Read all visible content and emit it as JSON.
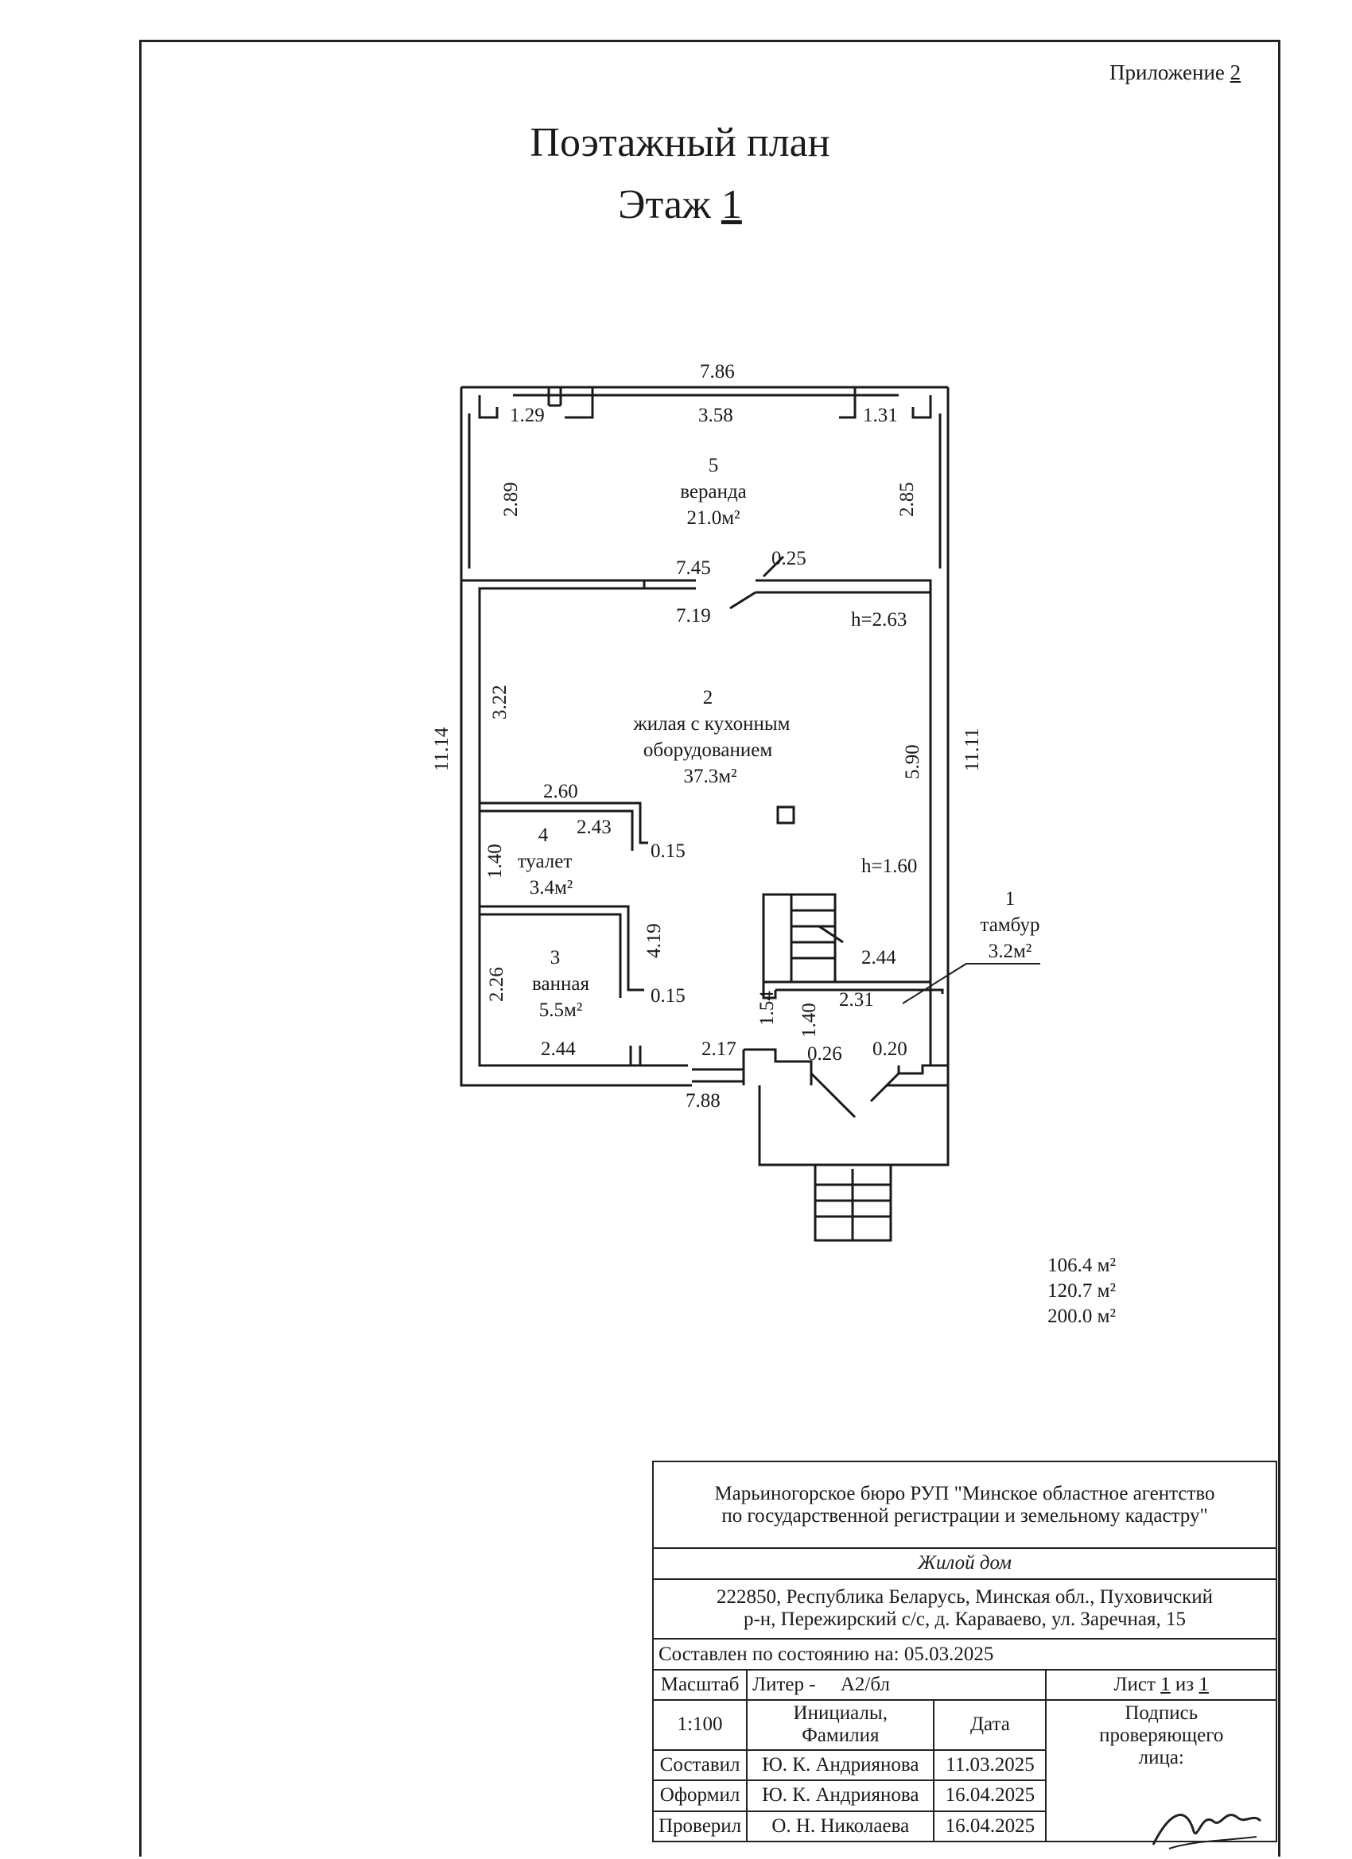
{
  "header": {
    "appendix_label": "Приложение",
    "appendix_number": "2",
    "title": "Поэтажный план",
    "floor_label": "Этаж",
    "floor_number": "1"
  },
  "plan": {
    "dimensions": {
      "top_total": "7.86",
      "veranda_left_window": "1.29",
      "veranda_center_window": "3.58",
      "veranda_right_window": "1.31",
      "veranda_left_height": "2.89",
      "veranda_right_height": "2.85",
      "veranda_inner_width": "7.45",
      "door_width_top": "0.25",
      "living_width": "7.19",
      "ceiling_height_main": "h=2.63",
      "left_wall_window": "3.22",
      "left_total": "11.14",
      "right_wall_window": "5.90",
      "right_total": "11.11",
      "toilet_top": "2.60",
      "toilet_inner": "2.43",
      "toilet_step": "0.15",
      "toilet_height": "1.40",
      "ceiling_height_low": "h=1.60",
      "bath_height_right": "4.19",
      "bath_step": "0.15",
      "bath_left_height": "2.26",
      "stair_width": "2.44",
      "stair_depth": "1.54",
      "vestibule_height": "1.40",
      "vestibule_width": "2.31",
      "bath_bottom": "2.44",
      "entrance_width": "2.17",
      "wall_bottom_a": "0.26",
      "wall_bottom_b": "0.20",
      "bottom_total": "7.88"
    },
    "rooms": [
      {
        "number": "5",
        "name": "веранда",
        "area": "21.0м²"
      },
      {
        "number": "2",
        "name_line1": "жилая с кухонным",
        "name_line2": "оборудованием",
        "area": "37.3м²"
      },
      {
        "number": "4",
        "name": "туалет",
        "area": "3.4м²"
      },
      {
        "number": "3",
        "name": "ванная",
        "area": "5.5м²"
      },
      {
        "number": "1",
        "name": "тамбур",
        "area": "3.2м²"
      }
    ]
  },
  "totals": [
    "106.4 м²",
    "120.7 м²",
    "200.0 м²"
  ],
  "stamp": {
    "org_line1": "Марьиногорское бюро РУП \"Минское областное агентство",
    "org_line2": "по государственной регистрации и земельному кадастру\"",
    "object": "Жилой дом",
    "address_line1": "222850, Республика Беларусь, Минская обл., Пуховичский",
    "address_line2": "р-н, Пережирский с/с, д. Караваево, ул. Заречная, 15",
    "state_label": "Составлен по состоянию на:",
    "state_date": "05.03.2025",
    "scale_label": "Масштаб",
    "scale_value": "1:100",
    "liter_label": "Литер -",
    "liter_value": "А2/бл",
    "sheet_prefix": "Лист",
    "sheet_num": "1",
    "sheet_mid": "из",
    "sheet_total": "1",
    "col_name": "Инициалы, Фамилия",
    "col_date": "Дата",
    "col_sign_line1": "Подпись",
    "col_sign_line2": "проверяющего",
    "col_sign_line3": "лица:",
    "rows": [
      {
        "role": "Составил",
        "name": "Ю. К. Андриянова",
        "date": "11.03.2025"
      },
      {
        "role": "Оформил",
        "name": "Ю. К. Андриянова",
        "date": "16.04.2025"
      },
      {
        "role": "Проверил",
        "name": "О. Н. Николаева",
        "date": "16.04.2025"
      }
    ]
  }
}
